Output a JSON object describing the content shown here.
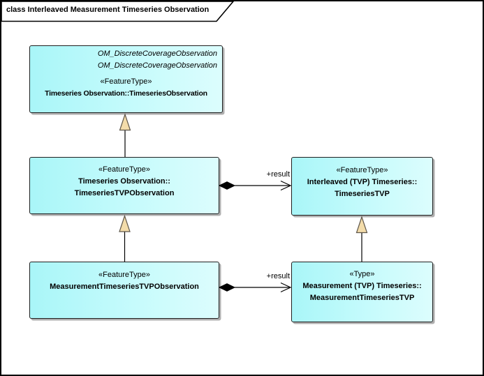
{
  "frame": {
    "title": "class Interleaved Measurement Timeseries Observation"
  },
  "classes": [
    {
      "id": "TimeseriesObservation",
      "parent_labels": [
        "OM_DiscreteCoverageObservation",
        "OM_DiscreteCoverageObservation"
      ],
      "stereotype": "«FeatureType»",
      "name_lines": [
        "Timeseries Observation::TimeseriesObservation"
      ]
    },
    {
      "id": "TimeseriesTVPObservation",
      "stereotype": "«FeatureType»",
      "name_lines": [
        "Timeseries Observation::",
        "TimeseriesTVPObservation"
      ]
    },
    {
      "id": "TimeseriesTVP",
      "stereotype": "«FeatureType»",
      "name_lines": [
        "Interleaved (TVP) Timeseries::",
        "TimeseriesTVP"
      ]
    },
    {
      "id": "MeasurementTimeseriesTVPObservation",
      "stereotype": "«FeatureType»",
      "name_lines": [
        "MeasurementTimeseriesTVPObservation"
      ]
    },
    {
      "id": "MeasurementTimeseriesTVP",
      "stereotype": "«Type»",
      "name_lines": [
        "Measurement (TVP) Timeseries::",
        "MeasurementTimeseriesTVP"
      ]
    }
  ],
  "connectors": [
    {
      "type": "composition",
      "label": "+result",
      "from": "TimeseriesTVPObservation",
      "to": "TimeseriesTVP"
    },
    {
      "type": "composition",
      "label": "+result",
      "from": "MeasurementTimeseriesTVPObservation",
      "to": "MeasurementTimeseriesTVP"
    },
    {
      "type": "generalization",
      "from": "TimeseriesTVPObservation",
      "to": "TimeseriesObservation"
    },
    {
      "type": "generalization",
      "from": "MeasurementTimeseriesTVPObservation",
      "to": "TimeseriesTVPObservation"
    },
    {
      "type": "generalization",
      "from": "MeasurementTimeseriesTVP",
      "to": "TimeseriesTVP"
    }
  ],
  "colors": {
    "node_fill_left": "#a9f6f8",
    "node_fill_right": "#dcfdfd",
    "node_border": "#1f1f1f",
    "generalization_arrow_fill": "#f3dcaa",
    "line": "#000000",
    "background": "#ffffff"
  }
}
